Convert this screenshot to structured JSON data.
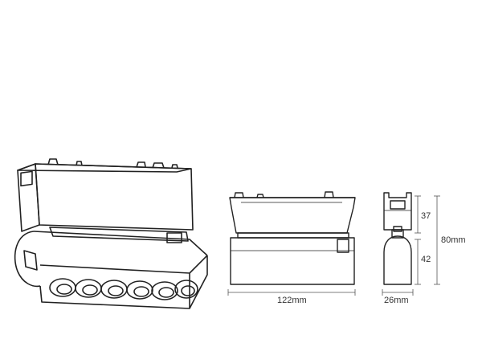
{
  "diagram": {
    "line_color": "#222222",
    "dimension_color": "#555555",
    "dimensions": {
      "width_front": "122mm",
      "width_side": "26mm",
      "height_total": "80mm",
      "height_top": "37",
      "height_bottom": "42"
    }
  }
}
